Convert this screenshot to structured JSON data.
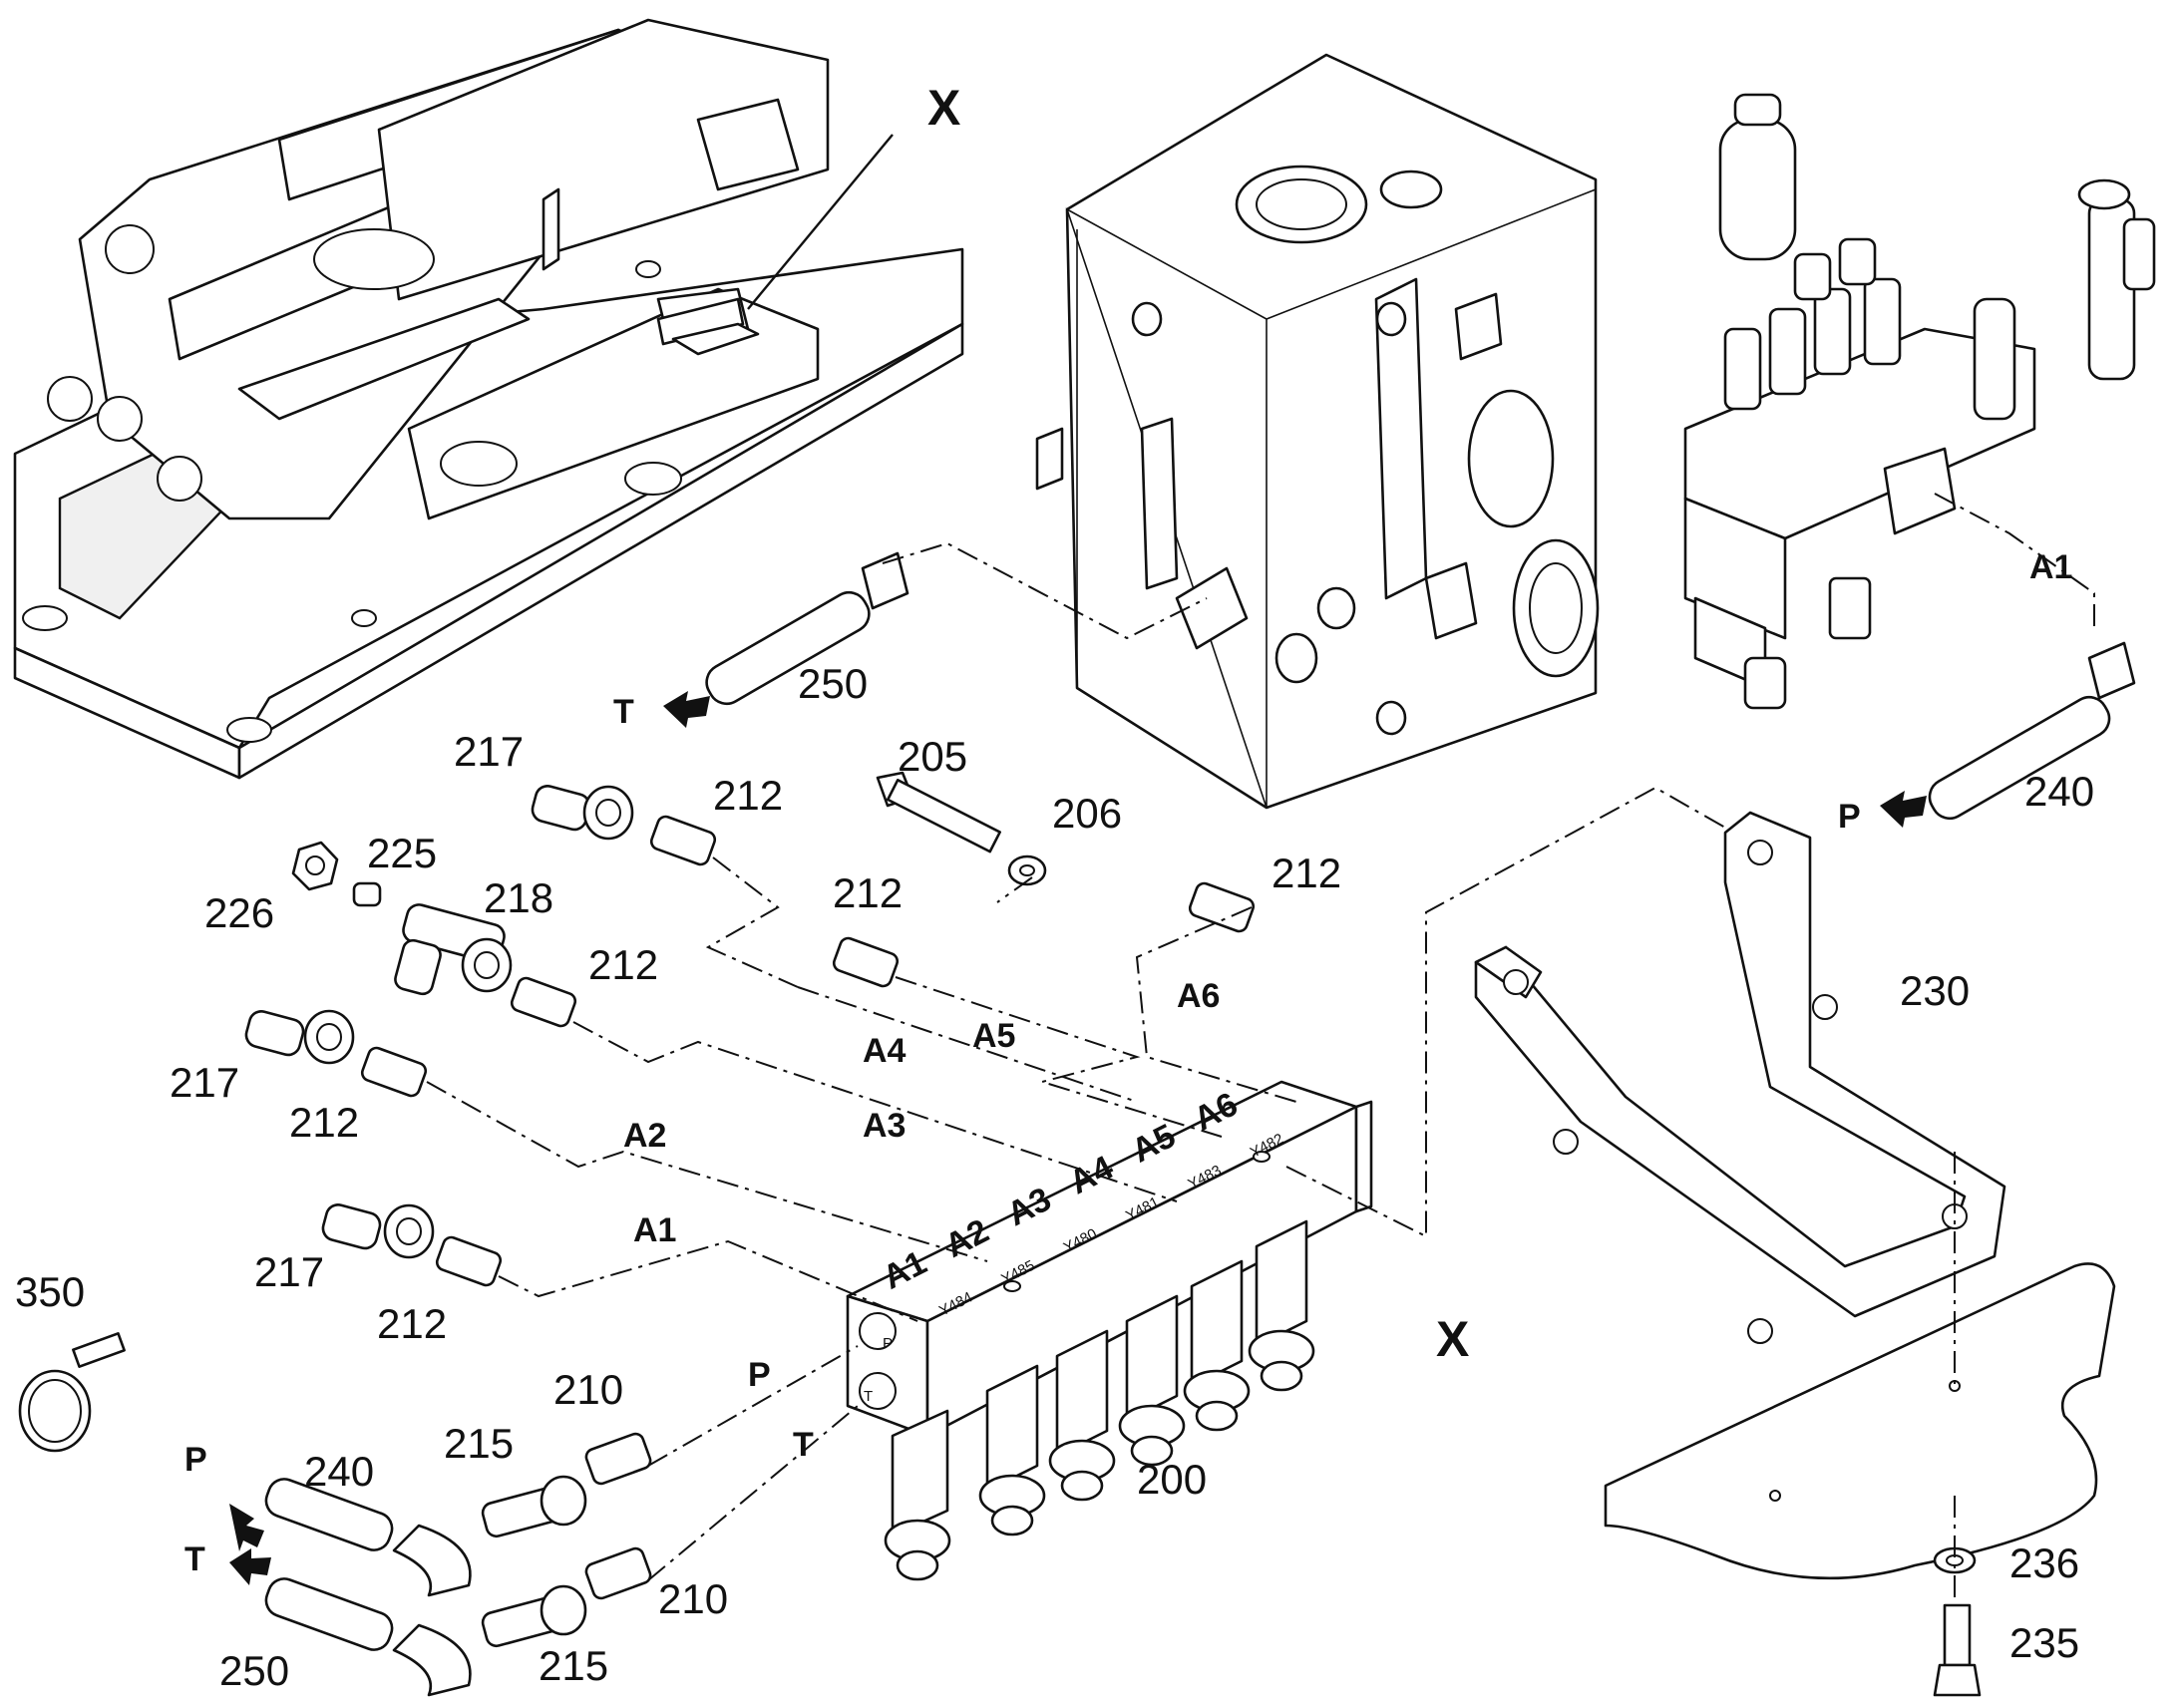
{
  "callouts": {
    "x_top": "X",
    "x_right": "X",
    "n350": "350",
    "n217a": "217",
    "n217b": "217",
    "n217c": "217",
    "n212a": "212",
    "n212b": "212",
    "n212c": "212",
    "n212d": "212",
    "n212e": "212",
    "n212f": "212",
    "n226": "226",
    "n225": "225",
    "n218": "218",
    "n205": "205",
    "n206": "206",
    "n250a": "250",
    "n250b": "250",
    "n240a": "240",
    "n240b": "240",
    "n230": "230",
    "n200": "200",
    "n210a": "210",
    "n210b": "210",
    "n215a": "215",
    "n215b": "215",
    "n236": "236",
    "n235": "235"
  },
  "ports": {
    "t_top": "T",
    "p_right": "P",
    "p_bottom": "P",
    "t_bottom": "T",
    "p_block": "P",
    "t_block": "T",
    "a1_right": "A1",
    "a1_line": "A1",
    "a2_line": "A2",
    "a3_line": "A3",
    "a4_line": "A4",
    "a5_line": "A5",
    "a6_line": "A6"
  },
  "manifold": {
    "ports": [
      "A1",
      "A2",
      "A3",
      "A4",
      "A5",
      "A6"
    ],
    "solenoids": [
      "Y484",
      "Y485",
      "Y480",
      "Y481",
      "Y483",
      "Y482"
    ],
    "side_p": "P",
    "side_t": "T"
  },
  "icons": [
    "arrow-left-icon"
  ]
}
